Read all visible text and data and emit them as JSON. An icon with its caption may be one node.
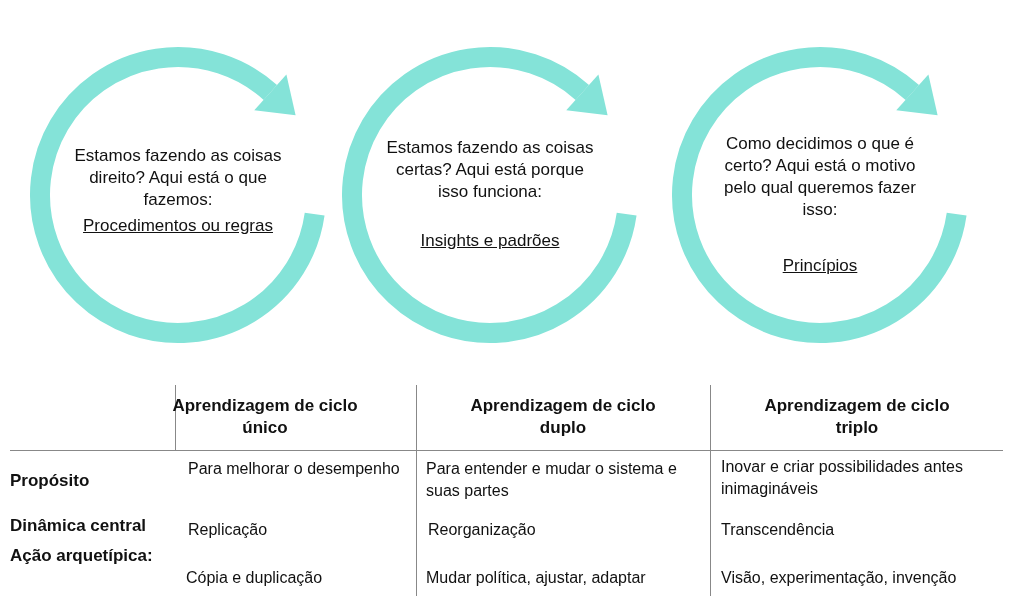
{
  "diagram": {
    "nodes": [
      {
        "text": [
          "Estamos fazendo as coisas direito? Aqui está o que fazemos:",
          "Procedimentos ou regras"
        ]
      },
      {
        "text": [
          "Estamos fazendo as coisas certas? Aqui está porque isso funciona:",
          "Insights e padrões"
        ]
      },
      {
        "text": [
          "Como decidimos o que é certo? Aqui está o motivo pelo qual queremos fazer isso:",
          "Princípios"
        ]
      }
    ],
    "labels": [
      "Aprendizagem de ciclo único",
      "Aprendizagem de ciclo duplo",
      "Aprendizagem de ciclo triplo",
      "Propósito",
      "Para melhorar o desempenho",
      "Para entender e mudar o sistema e suas partes",
      "Inovar e criar possibilidades antes inimagináveis",
      "Dinâmica central",
      "Replicação",
      "Reorganização",
      "Transcendência",
      "Ação arquetípica:",
      "Cópia e duplicação",
      "Mudar política, ajustar, adaptar",
      "Visão, experimentação, invenção"
    ]
  }
}
